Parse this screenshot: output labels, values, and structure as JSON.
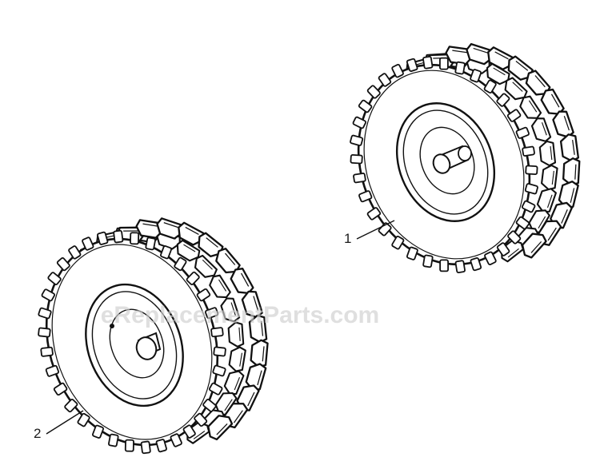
{
  "callouts": [
    {
      "id": "1",
      "label": "1"
    },
    {
      "id": "2",
      "label": "2"
    }
  ],
  "watermark": "eReplacementParts.com",
  "colors": {
    "line": "#111111",
    "tire_face": "#ffffff",
    "shade": "#e9e9e9"
  }
}
